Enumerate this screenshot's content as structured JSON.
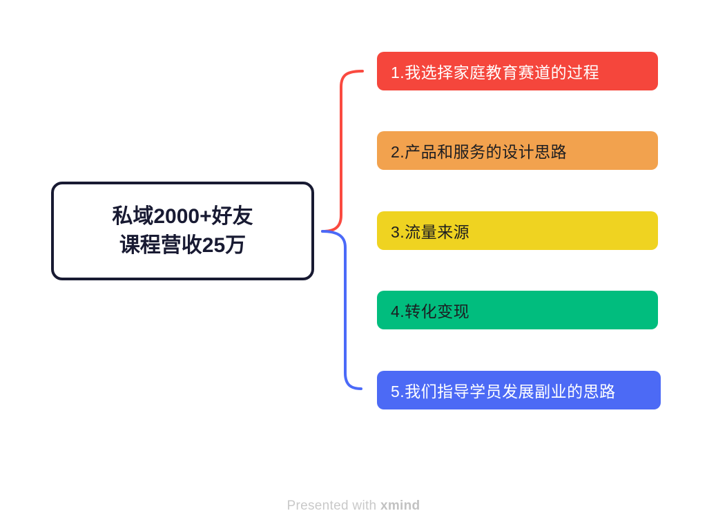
{
  "diagram": {
    "type": "mindmap",
    "background_color": "#ffffff",
    "root_topic": {
      "line1": "私域2000+好友",
      "line2": "课程营收25万",
      "text_color": "#181a32",
      "border_color": "#181a32",
      "bg_color": "#ffffff"
    },
    "branches": [
      {
        "label": "1.我选择家庭教育赛道的过程",
        "bg_color": "#f5463c",
        "text_color": "#ffffff"
      },
      {
        "label": "2.产品和服务的设计思路",
        "bg_color": "#f2a24e",
        "text_color": "#1c1d21"
      },
      {
        "label": "3.流量来源",
        "bg_color": "#efd321",
        "text_color": "#1c1d21"
      },
      {
        "label": "4.转化变现",
        "bg_color": "#01bd7e",
        "text_color": "#1c1d21"
      },
      {
        "label": "5.我们指导学员发展副业的思路",
        "bg_color": "#4c6af5",
        "text_color": "#ffffff"
      }
    ],
    "connectors": {
      "to_branch_1_color": "#fa4a40",
      "to_branch_5_color": "#4b6af8",
      "stroke_width": 4
    },
    "watermark": {
      "prefix": "Presented with ",
      "brand": "xmind"
    }
  }
}
